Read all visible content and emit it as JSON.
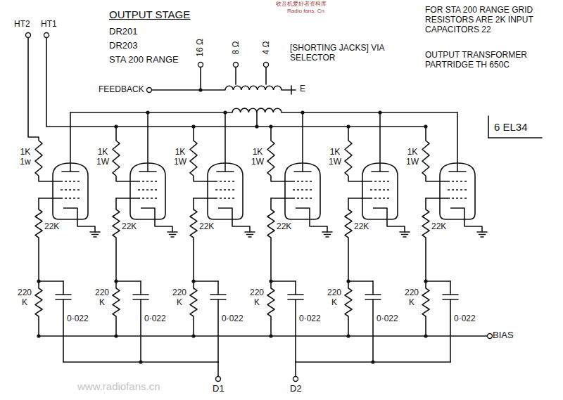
{
  "diagram": {
    "title": "OUTPUT STAGE",
    "labels": [
      "DR201",
      "DR203",
      "STA 200 RANGE",
      "收音机爱好者资料库",
      "Radio fans. Cn",
      "FOR STA 200 RANGE GRID RESISTORS ARE 2K INPUT CAPACITORS 22",
      "OUTPUT TRANSFORMER PARTRIDGE TH 650C",
      "HT2",
      "HT1",
      "16 Ω",
      "8 Ω",
      "4 Ω",
      "[SHORTING JACKS] VIA SELECTOR",
      "FEEDBACK",
      "E",
      "6 EL34",
      "1K 1w",
      "22K",
      "220 K",
      "0·022",
      "1K 1W",
      "22K",
      "220 K",
      "0·022",
      "1K 1W",
      "22K",
      "220 K",
      "0·022",
      "1K 1W",
      "22K",
      "220 K",
      "0·022",
      "1K 1W",
      "22K",
      "220 K",
      "0·022",
      "1K 1W",
      "22K",
      "220 K",
      "0·022",
      "BIAS",
      "D1",
      "D2",
      "www.radiofans.cn"
    ]
  }
}
